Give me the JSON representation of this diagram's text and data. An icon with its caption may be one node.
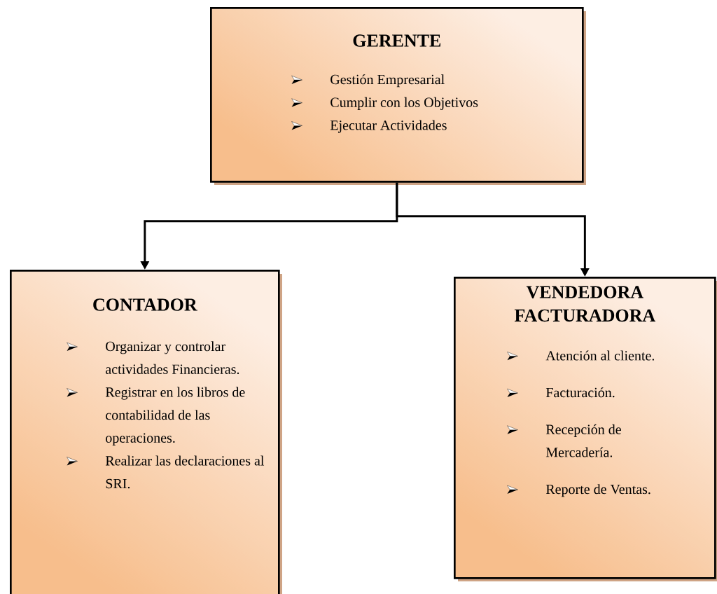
{
  "diagram": {
    "nodes": [
      {
        "text": [
          "GERENTE",
          "Gestión Empresarial",
          "Cumplir con los Objetivos",
          "Ejecutar Actividades"
        ]
      },
      {
        "text": [
          "CONTADOR",
          "Organizar y controlar actividades Financieras.",
          "Registrar en los libros de contabilidad de las operaciones.",
          "Realizar las declaraciones al SRI."
        ]
      },
      {
        "text": [
          "VENDEDORA FACTURADORA",
          "Atención al cliente.",
          "Facturación.",
          "Recepción de Mercadería.",
          "Reporte de Ventas."
        ]
      }
    ],
    "edges": [
      {
        "from": 0,
        "to": 1,
        "arrow": "to"
      },
      {
        "from": 0,
        "to": 2,
        "arrow": "to"
      }
    ]
  }
}
